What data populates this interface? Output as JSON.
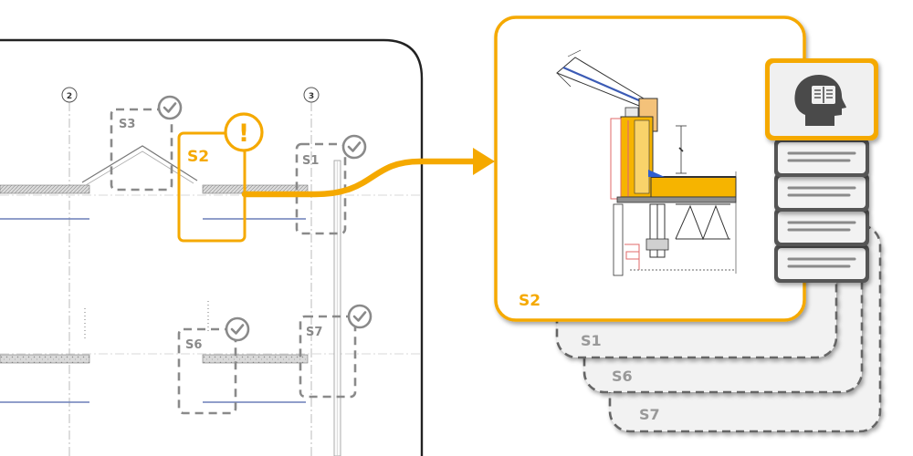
{
  "plan": {
    "grid_labels": [
      "2",
      "3"
    ],
    "sections": [
      {
        "id": "S3",
        "status": "checked"
      },
      {
        "id": "S2",
        "status": "warning"
      },
      {
        "id": "S1",
        "status": "checked"
      },
      {
        "id": "S6",
        "status": "checked"
      },
      {
        "id": "S7",
        "status": "checked"
      }
    ]
  },
  "warning_symbol": "!",
  "detail_stack": {
    "front_label": "S2",
    "back_labels": [
      "S1",
      "S6",
      "S7"
    ]
  },
  "knowledge_panel": {
    "icon": "head-book-icon",
    "item_count": 4
  },
  "colors": {
    "accent": "#F5A900",
    "check_gray": "#8a8a8a",
    "frame": "#222222",
    "card_back": "#f2f2f2"
  }
}
